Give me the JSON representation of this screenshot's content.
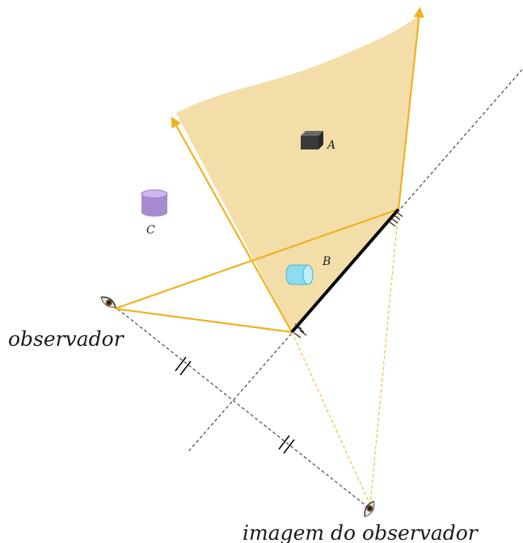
{
  "labels": {
    "observer": "observador",
    "observer_image": "imagem do observador",
    "object_a": "A",
    "object_b": "B",
    "object_c": "C"
  },
  "colors": {
    "field_fill": "#f3deaa",
    "field_edge": "#f0b21e",
    "mirror": "#000000",
    "dashed": "#555555",
    "image_rays": "#f2c13a",
    "cube": "#3a3a3a",
    "cylinder_b": "#8ddcf0",
    "cylinder_c": "#b69ad8"
  },
  "icons": {
    "observer": "eye-icon",
    "observer_image": "eye-icon",
    "object_a": "cube-icon",
    "object_b": "horizontal-cylinder-icon",
    "object_c": "vertical-cylinder-icon"
  }
}
